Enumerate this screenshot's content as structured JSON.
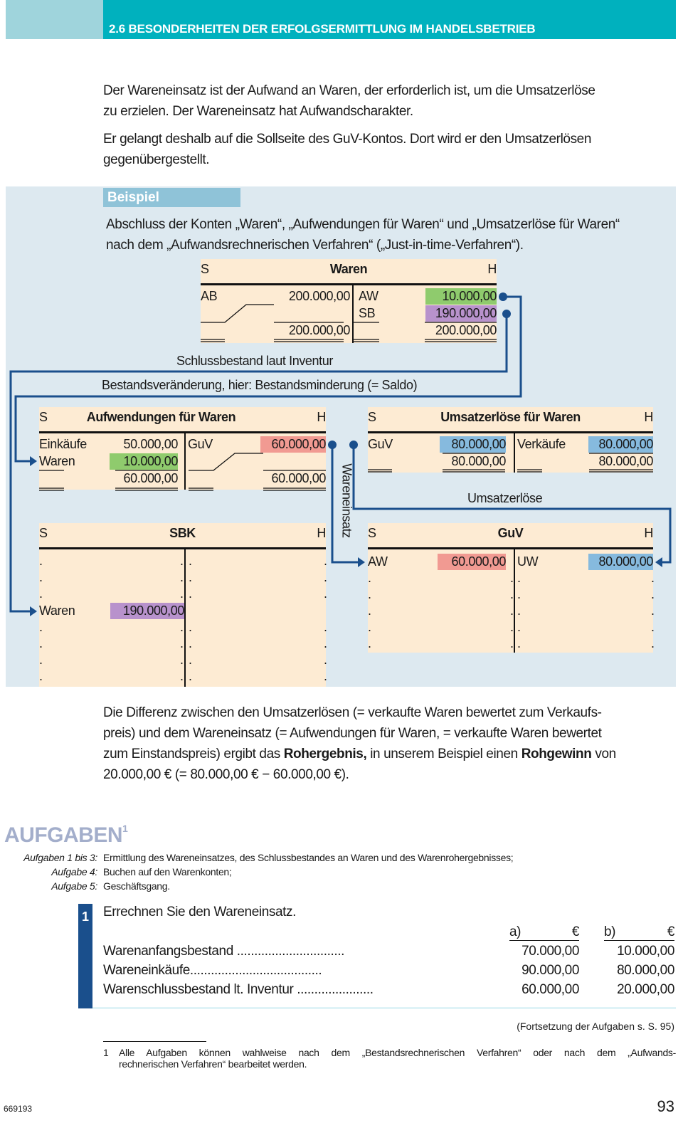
{
  "header": {
    "title": "2.6  BESONDERHEITEN DER ERFOLGSERMITTLUNG IM HANDELSBETRIEB"
  },
  "intro": [
    "Der Wareneinsatz ist der Aufwand an Waren, der erforderlich ist, um die Umsatzerlöse",
    "zu erzielen. Der Wareneinsatz hat Aufwandscharakter.",
    "Er gelangt deshalb auf die Sollseite des GuV-Kontos. Dort wird er den Umsatzerlösen",
    "gegenübergestellt."
  ],
  "example": {
    "label": "Beispiel",
    "text": [
      "Abschluss der Konten „Waren“, „Aufwendungen für Waren“ und „Umsatzerlöse für Waren“",
      "nach dem „Aufwandsrechnerischen Verfahren“ („Just-in-time-Verfahren“)."
    ],
    "note1": "Schlussbestand laut Inventur",
    "note2": "Bestandsveränderung, hier: Bestandsminderung (= Saldo)",
    "vert": "Wareneinsatz",
    "umsatz": "Umsatzerlöse"
  },
  "accounts": {
    "s": "S",
    "h": "H",
    "waren": {
      "title": "Waren",
      "l1": "AB",
      "a1": "200.000,00",
      "r1": "AW",
      "b1": "10.000,00",
      "r2": "SB",
      "b2": "190.000,00",
      "lt": "200.000,00",
      "rt": "200.000,00"
    },
    "aufw": {
      "title": "Aufwendungen für Waren",
      "l1": "Einkäufe",
      "a1": "50.000,00",
      "l2": "Waren",
      "a2": "10.000,00",
      "r1": "GuV",
      "b1": "60.000,00",
      "lt": "60.000,00",
      "rt": "60.000,00"
    },
    "umsatz": {
      "title": "Umsatzerlöse für Waren",
      "l1": "GuV",
      "a1": "80.000,00",
      "r1": "Verkäufe",
      "b1": "80.000,00",
      "lt": "80.000,00",
      "rt": "80.000,00"
    },
    "sbk": {
      "title": "SBK",
      "l1": "Waren",
      "a1": "190.000,00"
    },
    "guv": {
      "title": "GuV",
      "l1": "AW",
      "a1": "60.000,00",
      "r1": "UW",
      "b1": "80.000,00"
    },
    "dot": "."
  },
  "summary": {
    "l1": "Die Differenz zwischen den Umsatzerlösen (= verkaufte Waren bewertet zum Verkaufs-",
    "l2": "preis) und dem Wareneinsatz (= Aufwendungen für Waren, = verkaufte Waren bewertet",
    "l3a": "zum Einstandspreis) ergibt das ",
    "l3b": "Rohergebnis,",
    "l3c": " in unserem Beispiel einen ",
    "l3d": "Rohgewinn",
    "l3e": " von",
    "l4": "20.000,00 € (= 80.000,00 € − 60.000,00 €)."
  },
  "tasks": {
    "heading": "AUFGABEN",
    "sup": "1",
    "items": [
      {
        "label": "Aufgaben 1 bis 3:",
        "text": "Ermittlung des Wareneinsatzes, des Schlussbestandes an Waren und des Warenrohergebnisses;"
      },
      {
        "label": "Aufgabe 4:",
        "text": "Buchen auf den Warenkonten;"
      },
      {
        "label": "Aufgabe 5:",
        "text": "Geschäftsgang."
      }
    ],
    "task1": {
      "num": "1",
      "title": "Errechnen Sie den Wareneinsatz.",
      "cola": "a)",
      "colb": "b)",
      "cur": "€",
      "rows": [
        {
          "label": "Warenanfangsbestand ...............................",
          "a": "70.000,00",
          "b": "10.000,00"
        },
        {
          "label": "Wareneinkäufe......................................",
          "a": "90.000,00",
          "b": "80.000,00"
        },
        {
          "label": "Warenschlussbestand lt. Inventur ......................",
          "a": "60.000,00",
          "b": "20.000,00"
        }
      ]
    },
    "continued": "(Fortsetzung der Aufgaben s. S. 95)"
  },
  "footnote": {
    "num": "1",
    "l1": "Alle Aufgaben können wahlweise nach dem „Bestandsrechnerischen Verfahren“ oder nach dem „Aufwands-",
    "l2": "rechnerischen Verfahren“ bearbeitet werden."
  },
  "footer": {
    "code": "669193",
    "page": "93"
  }
}
